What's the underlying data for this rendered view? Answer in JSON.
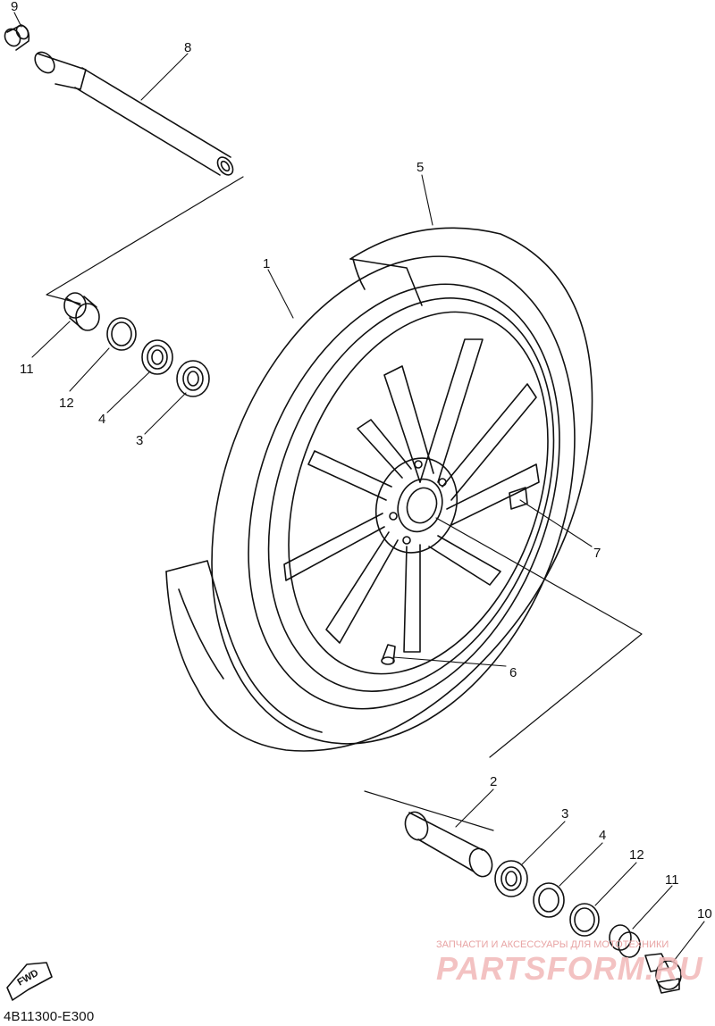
{
  "diagram": {
    "callouts": [
      {
        "id": "9",
        "label": "9"
      },
      {
        "id": "8",
        "label": "8"
      },
      {
        "id": "5",
        "label": "5"
      },
      {
        "id": "1",
        "label": "1"
      },
      {
        "id": "11a",
        "label": "11"
      },
      {
        "id": "12a",
        "label": "12"
      },
      {
        "id": "4a",
        "label": "4"
      },
      {
        "id": "3a",
        "label": "3"
      },
      {
        "id": "7",
        "label": "7"
      },
      {
        "id": "6",
        "label": "6"
      },
      {
        "id": "2",
        "label": "2"
      },
      {
        "id": "3b",
        "label": "3"
      },
      {
        "id": "4b",
        "label": "4"
      },
      {
        "id": "12b",
        "label": "12"
      },
      {
        "id": "11b",
        "label": "11"
      },
      {
        "id": "10",
        "label": "10"
      }
    ],
    "fwd_label": "FWD",
    "diagram_code": "4B11300-E300"
  },
  "watermark": {
    "tagline": "ЗАПЧАСТИ И АКСЕССУАРЫ ДЛЯ МОТОТЕХНИКИ",
    "brand": "PARTSFORM.RU"
  }
}
